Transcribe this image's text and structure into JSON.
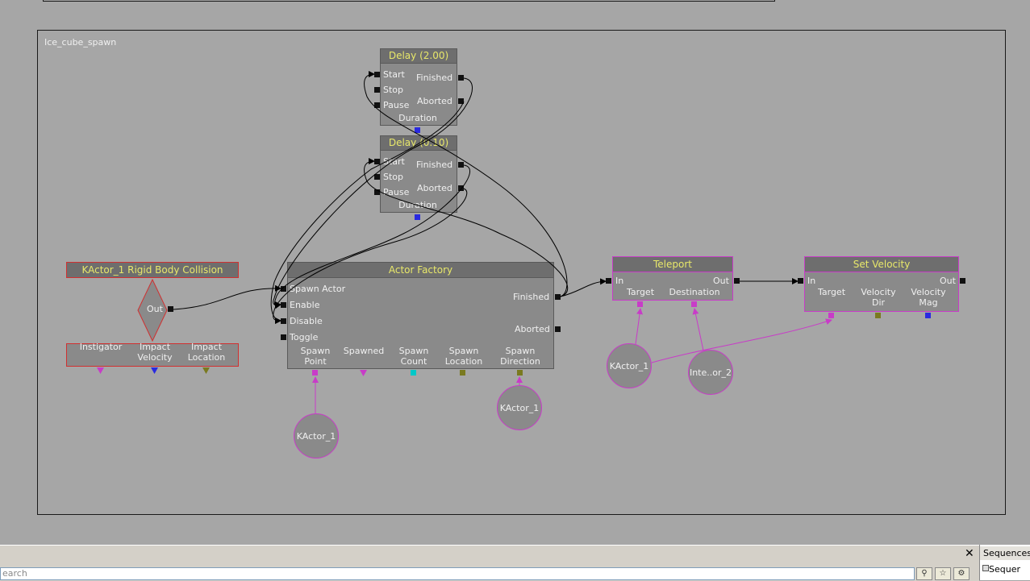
{
  "colors": {
    "canvas": "#a6a6a6",
    "title_text": "#e8e86a",
    "object_pin": "#c83cc8",
    "vector_pin": "#2a2ae0",
    "float_pin": "#2a2ae0",
    "int_pin": "#00c8c8",
    "location_pin": "#7a7a20",
    "event_border": "#d03030",
    "teleport_border": "#c83cc8"
  },
  "sequence": {
    "name": "Ice_cube_spawn"
  },
  "nodes": {
    "delay1": {
      "title": "Delay (2.00)",
      "inputs": [
        "Start",
        "Stop",
        "Pause"
      ],
      "outputs": [
        "Finished",
        "Aborted"
      ],
      "var": "Duration"
    },
    "delay2": {
      "title": "Delay (0.10)",
      "inputs": [
        "Start",
        "Stop",
        "Pause"
      ],
      "outputs": [
        "Finished",
        "Aborted"
      ],
      "var": "Duration"
    },
    "event": {
      "title": "KActor_1 Rigid Body Collision",
      "out": "Out",
      "vars": [
        {
          "l1": "Instigator",
          "l2": ""
        },
        {
          "l1": "Impact",
          "l2": "Velocity"
        },
        {
          "l1": "Impact",
          "l2": "Location"
        }
      ]
    },
    "factory": {
      "title": "Actor Factory",
      "inputs": [
        "Spawn Actor",
        "Enable",
        "Disable",
        "Toggle"
      ],
      "outputs": [
        "Finished",
        "Aborted"
      ],
      "vars": [
        {
          "l1": "Spawn",
          "l2": "Point"
        },
        {
          "l1": "Spawned",
          "l2": ""
        },
        {
          "l1": "Spawn",
          "l2": "Count"
        },
        {
          "l1": "Spawn",
          "l2": "Location"
        },
        {
          "l1": "Spawn",
          "l2": "Direction"
        }
      ]
    },
    "teleport": {
      "title": "Teleport",
      "in": "In",
      "out": "Out",
      "vars": [
        "Target",
        "Destination"
      ]
    },
    "setvel": {
      "title": "Set Velocity",
      "in": "In",
      "out": "Out",
      "vars": [
        {
          "l1": "Target",
          "l2": ""
        },
        {
          "l1": "Velocity",
          "l2": "Dir"
        },
        {
          "l1": "Velocity",
          "l2": "Mag"
        }
      ]
    }
  },
  "variables": {
    "kactor_spawnpoint": "KActor_1",
    "kactor_direction": "KActor_1",
    "kactor_teleport": "KActor_1",
    "interp_dest": "Inte..or_2"
  },
  "bottom": {
    "search_placeholder": "earch",
    "close": "✕",
    "panel_title": "Sequences",
    "panel_item": "Sequer"
  }
}
